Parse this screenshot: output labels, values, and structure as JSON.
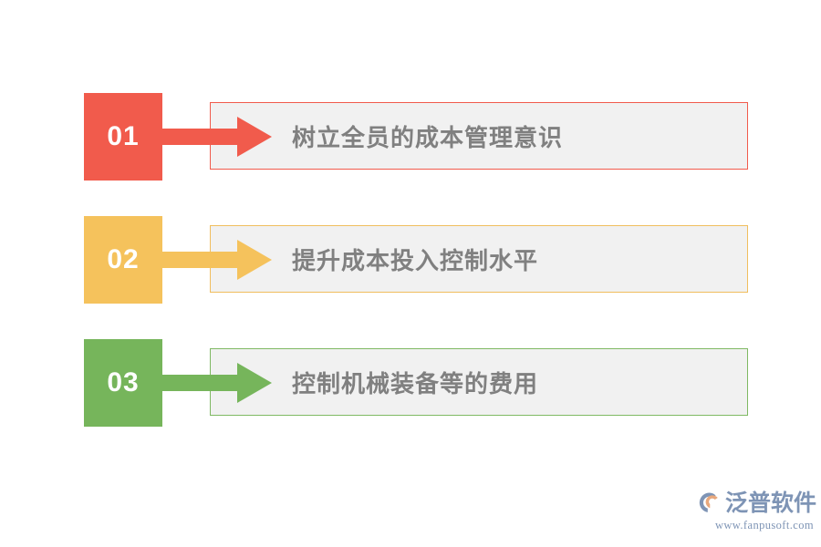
{
  "page": {
    "background_color": "#FFFFFF",
    "panel_background_color": "#F1F1F1",
    "text_color": "#808080"
  },
  "steps": [
    {
      "number": "01",
      "label": "树立全员的成本管理意识",
      "color": "#F15B4C",
      "border_color": "#F15B4C"
    },
    {
      "number": "02",
      "label": "提升成本投入控制水平",
      "color": "#F5C25C",
      "border_color": "#F0BE5E"
    },
    {
      "number": "03",
      "label": "控制机械装备等的费用",
      "color": "#76B55B",
      "border_color": "#7FB963"
    }
  ],
  "logo": {
    "name": "泛普软件",
    "url": "www.fanpusoft.com",
    "mark_color": "#7E94B5",
    "accent_color": "#E8A87C",
    "text_color": "#7E94B5"
  }
}
